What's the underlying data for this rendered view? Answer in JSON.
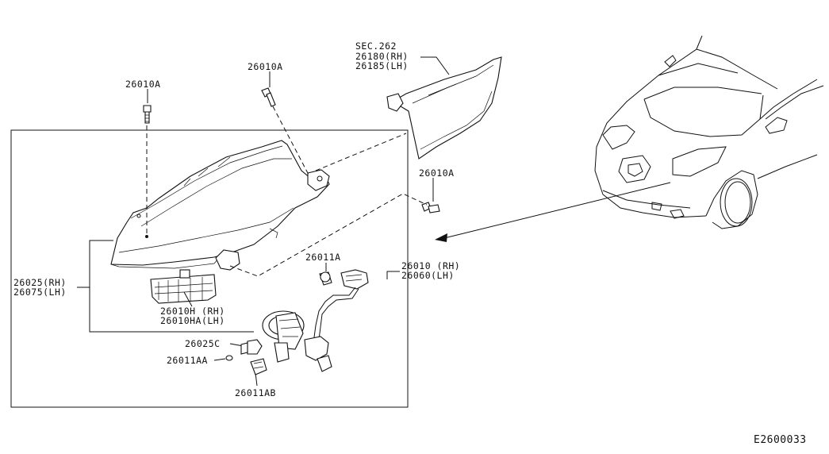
{
  "diagram_code": "E2600033",
  "labels": {
    "bolt_top_left": "26010A",
    "bolt_top_center": "26010A",
    "bolt_right": "26010A",
    "sec_ref": "SEC.262",
    "sec_rh": "26180(RH)",
    "sec_lh": "26185(LH)",
    "headlamp_rh": "26010 (RH)",
    "headlamp_lh": "26060(LH)",
    "housing_rh": "26025(RH)",
    "housing_lh": "26075(LH)",
    "bracket_rh": "26010H (RH)",
    "bracket_lh": "26010HA(LH)",
    "socket": "26011A",
    "bulb_c": "26025C",
    "bulb_aa": "26011AA",
    "bulb_ab": "26011AB"
  }
}
